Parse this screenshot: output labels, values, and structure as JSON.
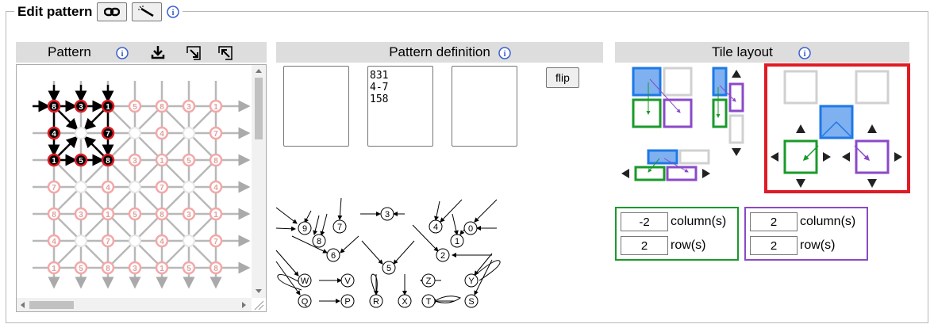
{
  "header": {
    "title": "Edit pattern"
  },
  "pattern_panel": {
    "title": "Pattern"
  },
  "definition_panel": {
    "title": "Pattern definition",
    "left_text": "",
    "center_text": "831\n4-7\n158",
    "right_text": "",
    "flip_label": "flip"
  },
  "tile_panel": {
    "title": "Tile layout"
  },
  "offsets": {
    "green": {
      "column_value": "-2",
      "column_label": "column(s)",
      "row_value": "2",
      "row_label": "row(s)",
      "color": "#1a9a2a"
    },
    "purple": {
      "column_value": "2",
      "column_label": "column(s)",
      "row_value": "2",
      "row_label": "row(s)",
      "color": "#8a4ac8"
    }
  },
  "colors": {
    "selected": "#e01b24",
    "blue": "#1e78e6",
    "blue_fill": "#7fb0f0"
  },
  "grid": {
    "row1": [
      "8",
      "3",
      "1",
      "5",
      "8",
      "3",
      "1"
    ],
    "row2": [
      "4",
      "",
      "7",
      "",
      "4",
      "",
      "7"
    ],
    "row3": [
      "1",
      "5",
      "8",
      "3",
      "1",
      "5",
      "8"
    ],
    "row4": [
      "7",
      "",
      "4",
      "",
      "7",
      "",
      "4"
    ],
    "row5": [
      "8",
      "3",
      "1",
      "5",
      "8",
      "3",
      "1"
    ],
    "row6": [
      "4",
      "",
      "7",
      "",
      "4",
      "",
      "7"
    ],
    "row7": [
      "1",
      "5",
      "8",
      "3",
      "1",
      "5",
      "8"
    ]
  },
  "legend": {
    "cross_nodes": [
      "9",
      "7",
      "8",
      "6",
      "3",
      "5",
      "4",
      "0",
      "1",
      "2"
    ],
    "bottom_nodes": [
      "W",
      "V",
      "Q",
      "P",
      "R",
      "X",
      "Z",
      "Y",
      "T",
      "S"
    ]
  }
}
